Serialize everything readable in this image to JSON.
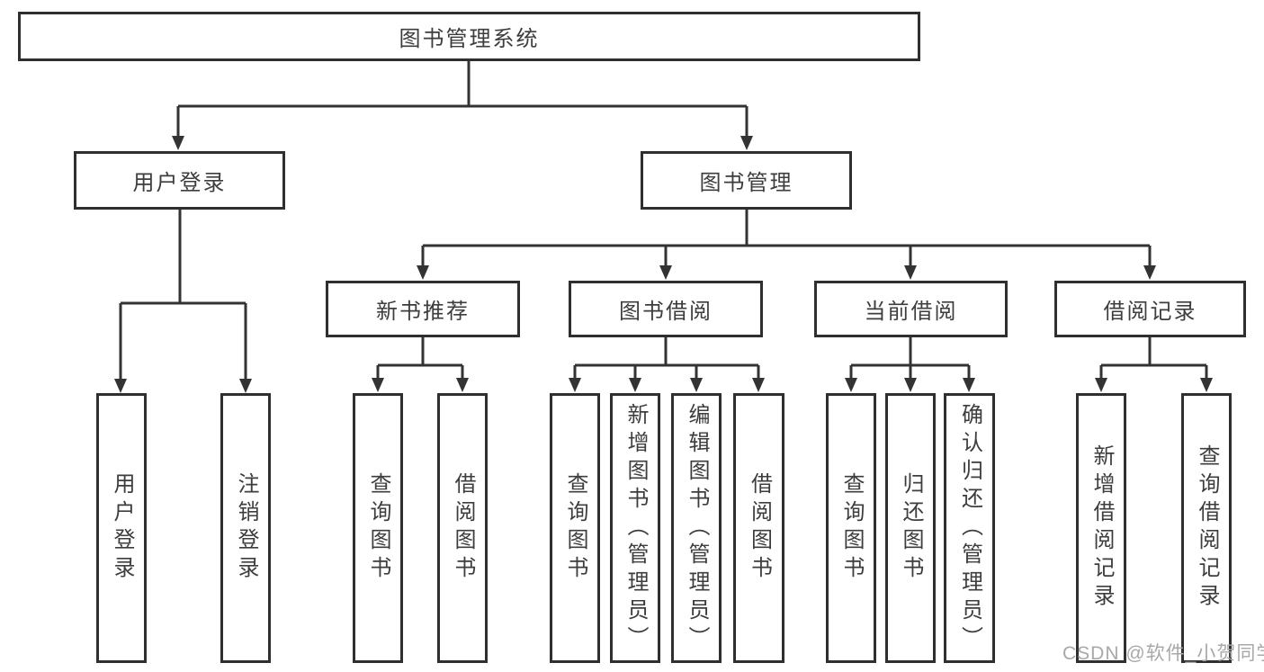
{
  "nodes": {
    "root": "图书管理系统",
    "user_login": "用户登录",
    "book_management": "图书管理",
    "new_book_recommend": "新书推荐",
    "book_borrowing": "图书借阅",
    "current_borrowing": "当前借阅",
    "borrowing_records": "借阅记录",
    "leaf_user_login": "用户登录",
    "leaf_logout": "注销登录",
    "nbr_query_books": "查询图书",
    "nbr_borrow_books": "借阅图书",
    "bb_query_books": "查询图书",
    "bb_add_books": "新增图书（管理员）",
    "bb_edit_books": "编辑图书（管理员）",
    "bb_borrow_books": "借阅图书",
    "cb_query_books": "查询图书",
    "cb_return_books": "归还图书",
    "cb_confirm_return": "确认归还（管理员）",
    "br_add_record": "新增借阅记录",
    "br_query_record": "查询借阅记录"
  },
  "watermark": "CSDN @软件_小贺同学",
  "colors": {
    "line": "#333333",
    "box_border": "#2f2f2f",
    "box_fill": "#ffffff",
    "text": "#3d3d3d",
    "watermark": "#a8a8a8",
    "background": "#ffffff"
  }
}
